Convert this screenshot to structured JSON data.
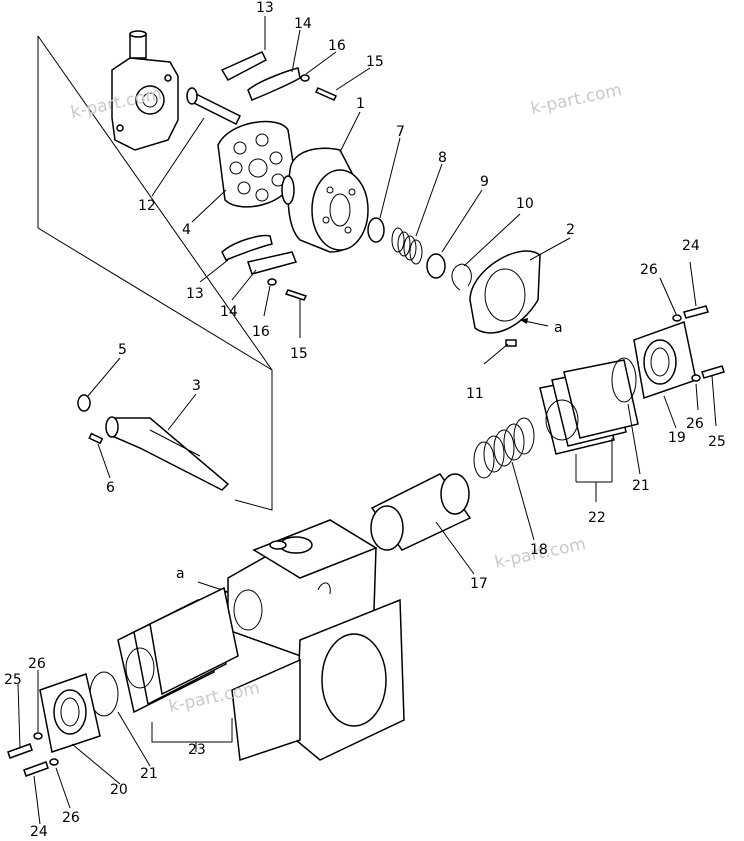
{
  "watermark": "k-part.com",
  "arrow_ref": "a",
  "labels": {
    "p1": "1",
    "p2": "2",
    "p3": "3",
    "p4": "4",
    "p5": "5",
    "p6": "6",
    "p7": "7",
    "p8": "8",
    "p9": "9",
    "p10": "10",
    "p11": "11",
    "p12": "12",
    "p13a": "13",
    "p13b": "13",
    "p14a": "14",
    "p14b": "14",
    "p15a": "15",
    "p15b": "15",
    "p16a": "16",
    "p16b": "16",
    "p17": "17",
    "p18": "18",
    "p19": "19",
    "p20": "20",
    "p21a": "21",
    "p21b": "21",
    "p22": "22",
    "p23": "23",
    "p24a": "24",
    "p24b": "24",
    "p25a": "25",
    "p25b": "25",
    "p26a": "26",
    "p26b": "26",
    "p26c": "26",
    "p26d": "26"
  }
}
